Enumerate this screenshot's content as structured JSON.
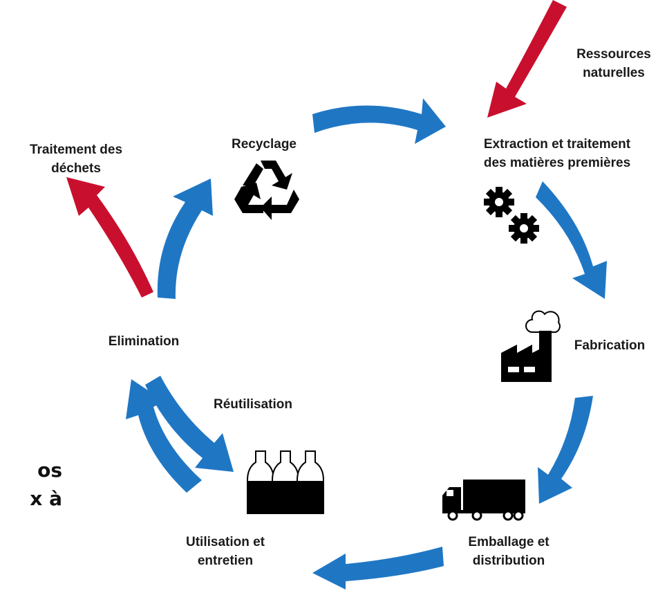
{
  "colors": {
    "cycle_arrow": "#1f77c4",
    "waste_arrow": "#c8102e",
    "icon": "#000000"
  },
  "nodes": {
    "recycling": {
      "label": "Recyclage",
      "icon": "recycle-icon"
    },
    "extraction": {
      "label": "Extraction et traitement\ndes matières premières",
      "icon": "gears-icon"
    },
    "manufacturing": {
      "label": "Fabrication",
      "icon": "factory-icon"
    },
    "packaging": {
      "label": "Emballage et\ndistribution",
      "icon": "truck-icon"
    },
    "use": {
      "label": "Utilisation et\nentretien",
      "icon": "bottles-icon"
    },
    "elimination": {
      "label": "Elimination"
    },
    "reuse": {
      "label": "Réutilisation"
    },
    "resources": {
      "label": "Ressources\nnaturelles"
    },
    "waste": {
      "label": "Traitement des\ndéchets"
    }
  },
  "cropped_text": "os\nx à"
}
